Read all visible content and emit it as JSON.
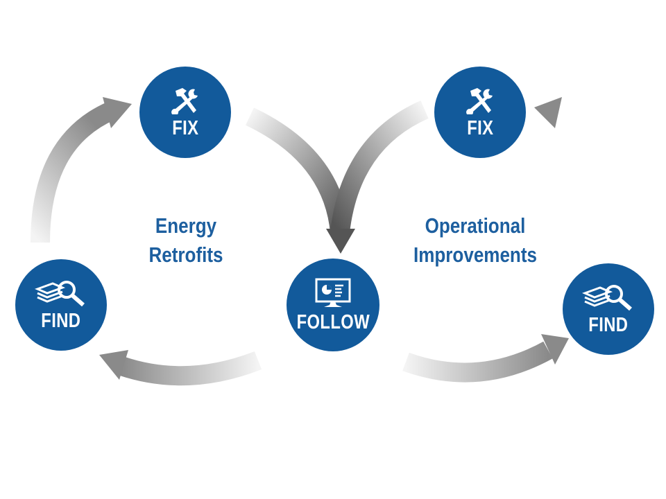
{
  "nodes": {
    "fix_left": "FIX",
    "fix_right": "FIX",
    "find_left": "FIND",
    "find_right": "FIND",
    "follow": "FOLLOW"
  },
  "captions": {
    "left_line1": "Energy",
    "left_line2": "Retrofits",
    "right_line1": "Operational",
    "right_line2": "Improvements"
  },
  "colors": {
    "circle": "#125a9b",
    "caption": "#1d5f9f",
    "arrow_dark": "#5a5a5a",
    "arrow_light": "#f2f2f2"
  }
}
